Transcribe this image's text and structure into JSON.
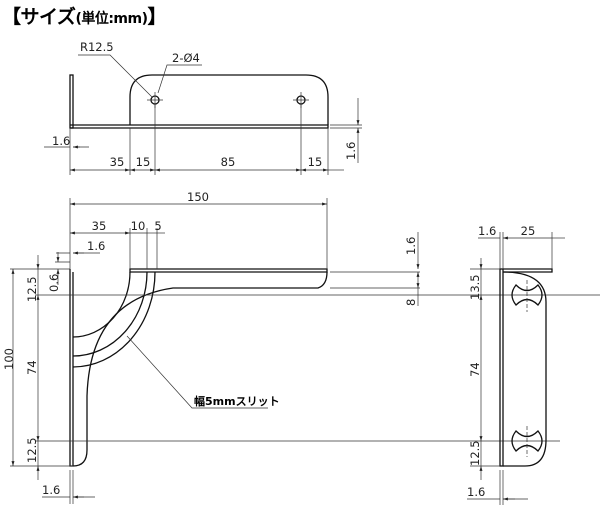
{
  "title": {
    "main": "【サイズ",
    "unit": "(単位:mm)",
    "close": "】"
  },
  "top_view": {
    "radius_label": "R12.5",
    "hole_label": "2-Ø4",
    "dims": {
      "flange_thickness": "1.6",
      "d35": "35",
      "d15a": "15",
      "d85": "85",
      "d15b": "15",
      "plate_thickness": "1.6"
    }
  },
  "front_view": {
    "dims": {
      "d150": "150",
      "d35": "35",
      "d10": "10",
      "d5": "5",
      "t_top": "1.6",
      "d100": "100",
      "d12_5_top": "12.5",
      "d0_6": "0.6",
      "d74": "74",
      "d12_5_bottom": "12.5",
      "t_bottom": "1.6",
      "t_right": "1.6",
      "d8": "8"
    },
    "slit_note": "幅5mmスリット"
  },
  "side_view": {
    "dims": {
      "t_top": "1.6",
      "d25": "25",
      "d13_5": "13.5",
      "d74": "74",
      "d12_5": "12.5",
      "t_bottom": "1.6"
    }
  }
}
